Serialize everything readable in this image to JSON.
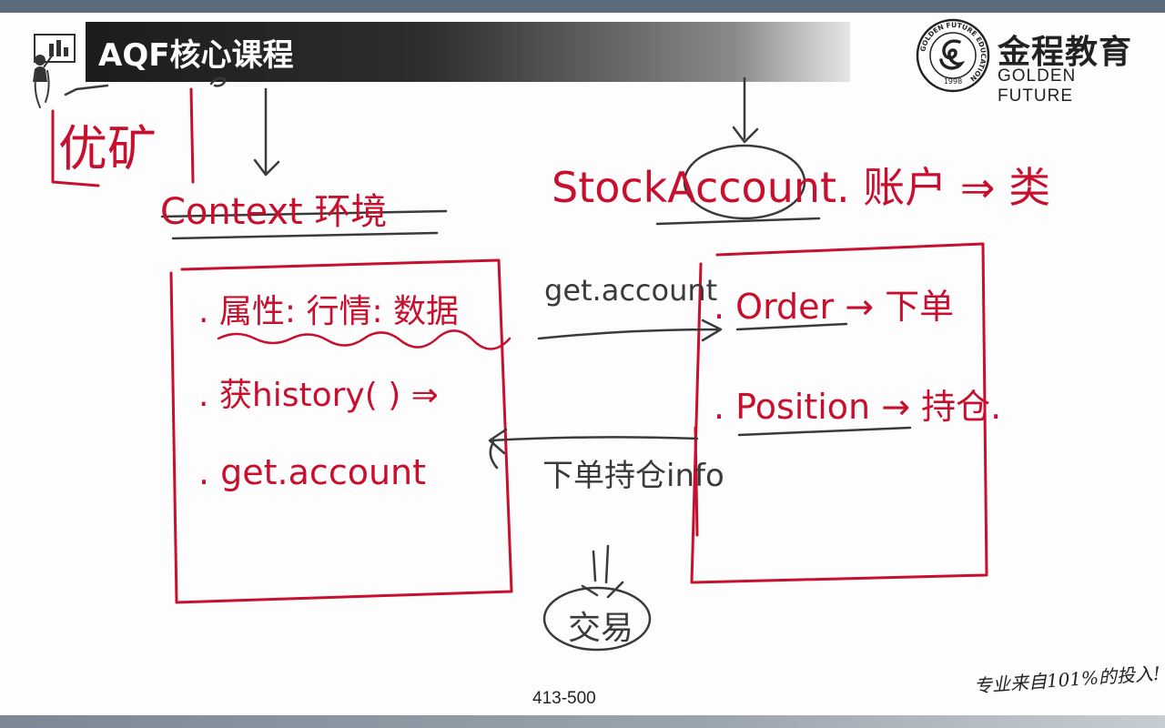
{
  "slide": {
    "title": "AQF核心课程",
    "page_number": "413-500",
    "slogan": "专业来自101%的投入!"
  },
  "logo": {
    "cn_name": "金程教育",
    "en_name": "GOLDEN FUTURE",
    "seal_ring_text": "GOLDEN FUTURE EDUCATION",
    "seal_year": "1998"
  },
  "handwriting": {
    "top_left": "优矿",
    "context": "Context 环境",
    "stock_account": "StockAccount. 账户 ⇒ 类",
    "left_box_items": [
      ". 属性: 行情: 数据",
      ". 获history( ) ⇒",
      ". get.account"
    ],
    "arrow_label_top": "get.account",
    "arrow_label_bottom": "下单持仓info",
    "right_box_items": [
      ". Order → 下单",
      ". Position → 持仓."
    ],
    "bottom_note": "交易"
  },
  "colors": {
    "ink_red": "#c8102e",
    "ink_dark": "#3a3a3a",
    "title_bg": "#1c1c1c"
  }
}
